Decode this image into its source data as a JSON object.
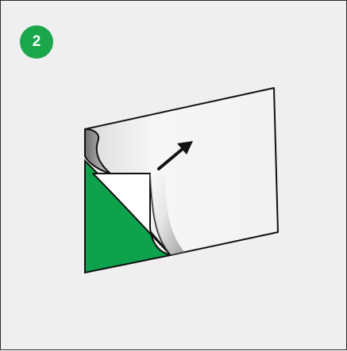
{
  "step": {
    "number": "2"
  },
  "colors": {
    "background": "#efefef",
    "badge": "#1aa64a",
    "adhesive": "#0fa24d",
    "outline": "#111111"
  },
  "illustration": {
    "subject": "peel-off-backing",
    "arrow_direction": "up-right"
  }
}
